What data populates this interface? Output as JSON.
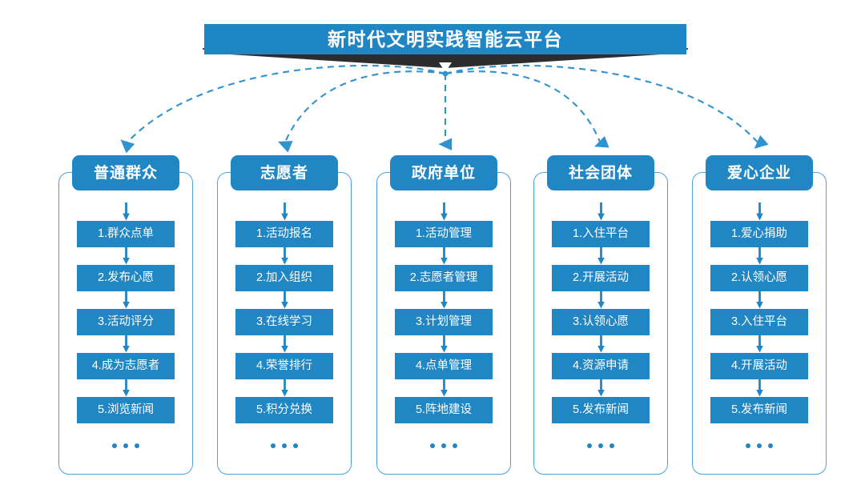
{
  "banner": {
    "title": "新时代文明实践智能云平台",
    "color": "#1f86c6",
    "shadow_color": "#2d2d2d"
  },
  "theme": {
    "box_blue": "#2186c4",
    "outline_blue": "#4da3d6",
    "arrow_blue": "#2186c4",
    "dashed_blue": "#2e93cf",
    "background": "#ffffff"
  },
  "ellipsis_label": "...",
  "columns": [
    {
      "header": "普通群众",
      "items": [
        "1.群众点单",
        "2.发布心愿",
        "3.活动评分",
        "4.成为志愿者",
        "5.浏览新闻"
      ]
    },
    {
      "header": "志愿者",
      "items": [
        "1.活动报名",
        "2.加入组织",
        "3.在线学习",
        "4.荣誉排行",
        "5.积分兑换"
      ]
    },
    {
      "header": "政府单位",
      "items": [
        "1.活动管理",
        "2.志愿者管理",
        "3.计划管理",
        "4.点单管理",
        "5.阵地建设"
      ]
    },
    {
      "header": "社会团体",
      "items": [
        "1.入住平台",
        "2.开展活动",
        "3.认领心愿",
        "4.资源申请",
        "5.发布新闻"
      ]
    },
    {
      "header": "爱心企业",
      "items": [
        "1.爱心捐助",
        "2.认领心愿",
        "3.入住平台",
        "4.开展活动",
        "5.发布新闻"
      ]
    }
  ]
}
